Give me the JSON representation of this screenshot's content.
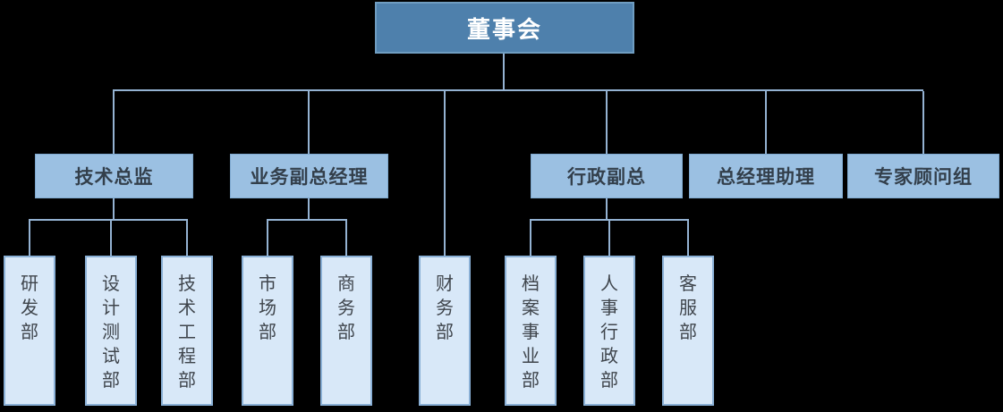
{
  "org": {
    "root": {
      "label": "董事会"
    },
    "managers": [
      {
        "label": "技术总监",
        "departments": [
          {
            "label": "研发部"
          },
          {
            "label": "设计测试部"
          },
          {
            "label": "技术工程部"
          }
        ]
      },
      {
        "label": "业务副总经理",
        "departments": [
          {
            "label": "市场部"
          },
          {
            "label": "商务部"
          }
        ]
      },
      {
        "label": "行政副总",
        "departments": [
          {
            "label": "档案事业部"
          },
          {
            "label": "人事行政部"
          },
          {
            "label": "客服部"
          }
        ]
      },
      {
        "label": "总经理助理",
        "departments": []
      },
      {
        "label": "专家顾问组",
        "departments": []
      }
    ],
    "board_departments": [
      {
        "label": "财务部"
      }
    ]
  },
  "colors": {
    "bg": "#000000",
    "root_fill": "#4e80ac",
    "root_border": "#6f9dc1",
    "root_text": "#ffffff",
    "l2_fill": "#9bc0e2",
    "l2_border": "#7ea9cf",
    "l2_text": "#333f4b",
    "l3_fill": "#d8e8f8",
    "l3_border": "#8ab0d6",
    "l3_text": "#3f454c",
    "line": "#94b2d2"
  }
}
